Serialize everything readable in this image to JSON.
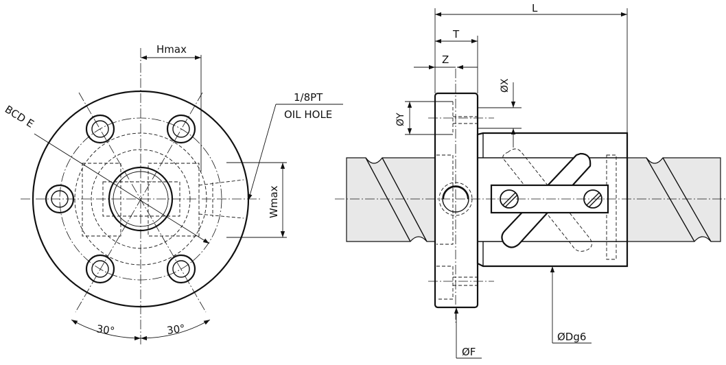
{
  "drawing": {
    "front_view_labels": {
      "hmax": "Hmax",
      "wmax": "Wmax",
      "bcd": "BCD E",
      "oil_hole_line1": "1/8PT",
      "oil_hole_line2": "OIL HOLE",
      "angle_left": "30°",
      "angle_right": "30°"
    },
    "side_view_labels": {
      "length": "L",
      "flange_t": "T",
      "z": "Z",
      "dia_x": "ØX",
      "dia_y": "ØY",
      "dia_f": "ØF",
      "dia_dg6": "ØDg6"
    },
    "colors": {
      "line": "#111111",
      "shaft_fill": "#e8e8e8",
      "background": "#ffffff"
    }
  }
}
